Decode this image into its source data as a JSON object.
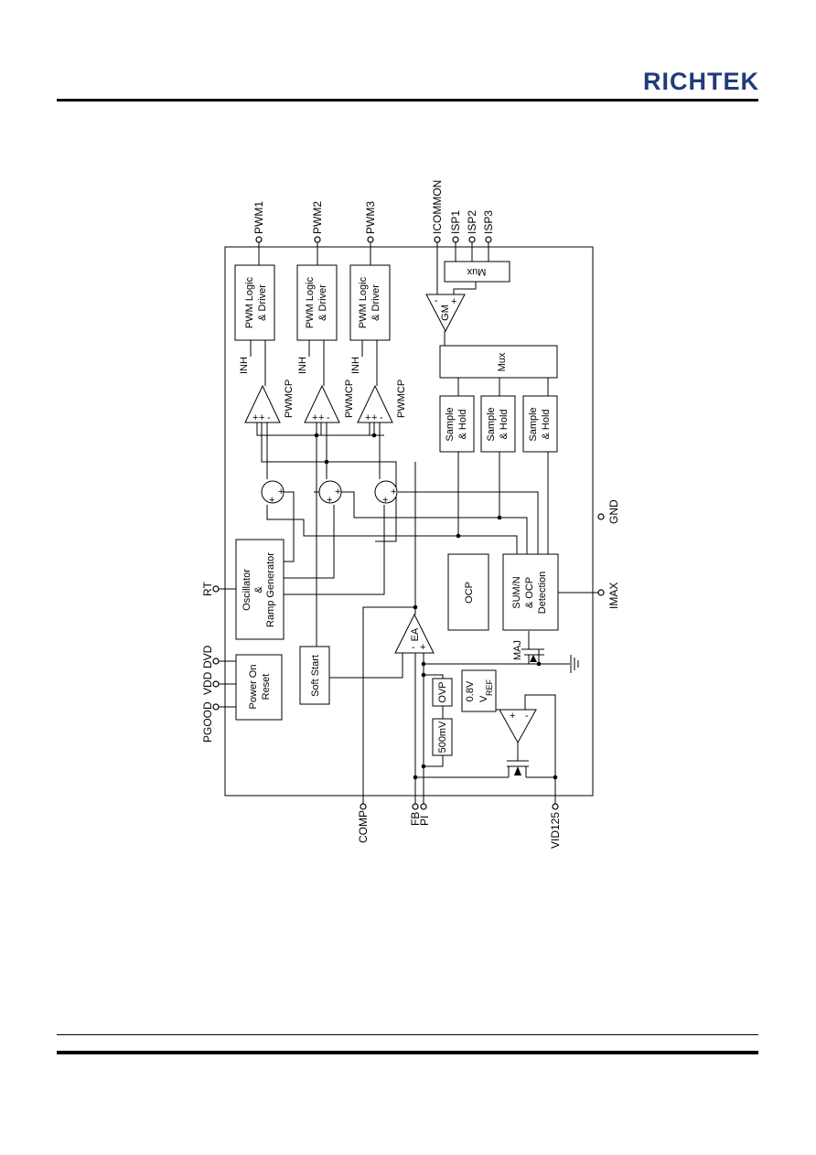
{
  "header": {
    "logo_text": "RICHTEK",
    "brand_color": "#1f3b7a"
  },
  "diagram": {
    "pins": {
      "pwm1": "PWM1",
      "pwm2": "PWM2",
      "pwm3": "PWM3",
      "icommon": "ICOMMON",
      "isp1": "ISP1",
      "isp2": "ISP2",
      "isp3": "ISP3",
      "rt": "RT",
      "pgood": "PGOOD",
      "vdd": "VDD",
      "dvd": "DVD",
      "comp": "COMP",
      "fb": "FB",
      "pi": "PI",
      "vid125": "VID125",
      "gnd": "GND",
      "imax": "IMAX"
    },
    "blocks": {
      "pwm_logic_line1": "PWM Logic",
      "pwm_logic_line2": "& Driver",
      "inh": "INH",
      "pwmcp": "PWMCP",
      "mux": "Mux",
      "gm": "GM",
      "sample_line1": "Sample",
      "sample_line2": "& Hold",
      "osc_line1": "Oscillator",
      "osc_line2": "&",
      "osc_line3": "Ramp Generator",
      "por_line1": "Power On",
      "por_line2": "Reset",
      "soft_start": "Soft Start",
      "ocp": "OCP",
      "sum_line1": "SUM/N",
      "sum_line2": "& OCP",
      "sum_line3": "Detection",
      "ea": "EA",
      "maj": "MAJ",
      "ovp": "OVP",
      "v500": "500mV",
      "vref_val": "0.8V",
      "vref_main": "V",
      "vref_sub": "REF"
    },
    "signs": {
      "plus": "+",
      "minus": "-"
    }
  }
}
